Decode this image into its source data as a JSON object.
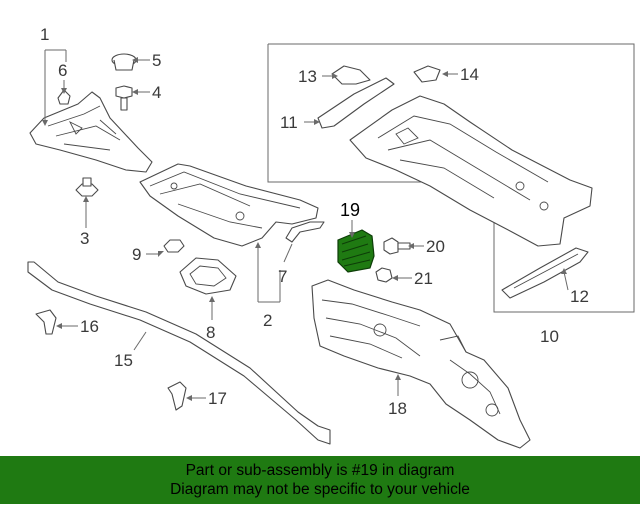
{
  "callouts": {
    "c1": "1",
    "c2": "2",
    "c3": "3",
    "c4": "4",
    "c5": "5",
    "c6": "6",
    "c7": "7",
    "c8": "8",
    "c9": "9",
    "c10": "10",
    "c11": "11",
    "c12": "12",
    "c13": "13",
    "c14": "14",
    "c15": "15",
    "c16": "16",
    "c17": "17",
    "c18": "18",
    "c19": "19",
    "c20": "20",
    "c21": "21"
  },
  "highlight": {
    "part_number": "19",
    "color": "#1f7a12"
  },
  "footer": {
    "line1": "Part or sub-assembly is #19 in diagram",
    "line2": "Diagram may not be specific to your vehicle",
    "background": "#1f7a12"
  }
}
